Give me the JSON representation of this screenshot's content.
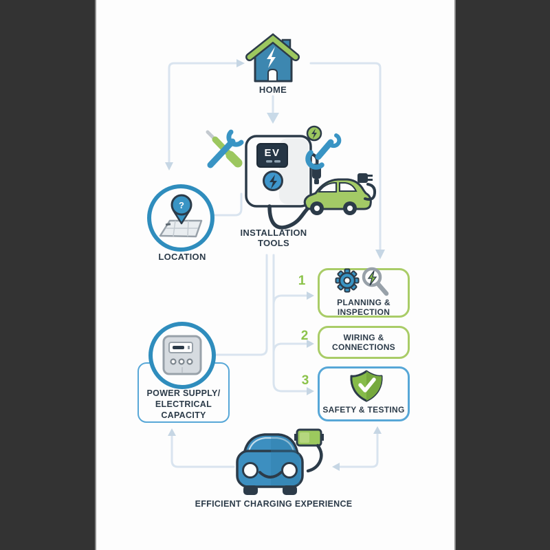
{
  "title": "EV home charger installation infographic",
  "colors": {
    "background": "#333333",
    "canvas": "#fdfdfd",
    "ink": "#2c3b49",
    "blue": "#3d8fc0",
    "green": "#9cc75f",
    "accent_green": "#8cc34b",
    "connector": "#d9e4ef",
    "box_border_green": "#a9cc67",
    "box_border_blue": "#57a7d7"
  },
  "icons": {
    "home": "house-with-lightning-bolt-icon",
    "location": "map-pin-question-icon",
    "tools": "crossed-screwdriver-wrench-icon",
    "charger": "ev-wallbox-charger-icon",
    "coin": "coin-lightning-icon",
    "wrench": "wrench-icon",
    "vehicle": "electric-car-side-icon",
    "planning": "gear-icon + magnifier-bolt-icon",
    "safety": "shield-check-icon",
    "power": "electric-meter-icon",
    "outcome_car": "smiling-car-front-icon",
    "battery": "green-battery-icon"
  },
  "nodes": {
    "home": {
      "label": "HOME"
    },
    "installation_tools": {
      "lines": [
        "INSTALLATION",
        "TOOLS"
      ]
    },
    "location": {
      "label": "LOCATION",
      "pin_glyph": "?"
    },
    "charger_screen": {
      "label": "EV"
    },
    "steps": [
      {
        "number": "1",
        "lines": [
          "PLANNING &",
          "INSPECTION"
        ]
      },
      {
        "number": "2",
        "lines": [
          "WIRING &",
          "CONNECTIONS"
        ]
      },
      {
        "number": "3",
        "lines": [
          "SAFETY & TESTING"
        ]
      }
    ],
    "power_supply": {
      "lines": [
        "POWER SUPPLY/",
        "ELECTRICAL",
        "CAPACITY"
      ]
    },
    "outcome": {
      "label": "EFFICIENT CHARGING EXPERIENCE"
    }
  }
}
